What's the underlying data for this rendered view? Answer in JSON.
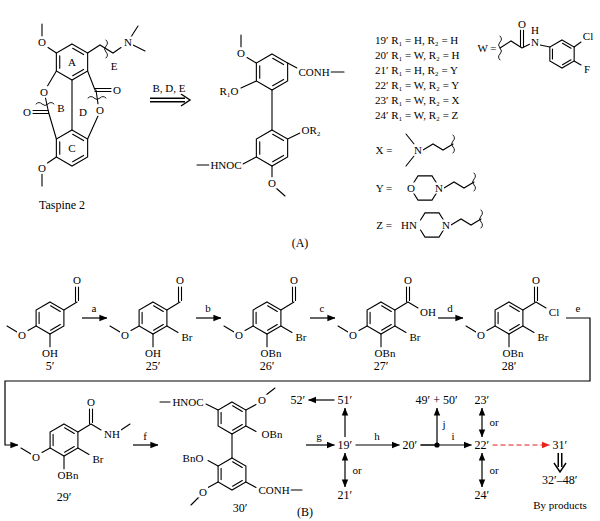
{
  "diagram": {
    "nodes": [
      {
        "text": [
          "Taspine 2"
        ]
      },
      {
        "text": [
          "R₁O",
          "CONH",
          "HNOC",
          "OR₂"
        ]
      },
      {
        "text": [
          "5′"
        ]
      },
      {
        "text": [
          "25′"
        ]
      },
      {
        "text": [
          "26′"
        ]
      },
      {
        "text": [
          "27′"
        ]
      },
      {
        "text": [
          "28′"
        ]
      },
      {
        "text": [
          "29′"
        ]
      },
      {
        "text": [
          "30′"
        ]
      },
      {
        "text": [
          "19′"
        ]
      },
      {
        "text": [
          "21′"
        ]
      },
      {
        "text": [
          "51′"
        ]
      },
      {
        "text": [
          "52′"
        ]
      },
      {
        "text": [
          "20′"
        ]
      },
      {
        "text": [
          "49′ + 50′"
        ]
      },
      {
        "text": [
          "22′"
        ]
      },
      {
        "text": [
          "23′"
        ]
      },
      {
        "text": [
          "24′"
        ]
      },
      {
        "text": [
          "31′"
        ]
      },
      {
        "text": [
          "32′–48′"
        ]
      }
    ],
    "edges": [
      {
        "from": 0,
        "to": 1,
        "arrow": "to",
        "label": "B, D, E"
      },
      {
        "from": 2,
        "to": 3,
        "arrow": "to",
        "label": "a"
      },
      {
        "from": 3,
        "to": 4,
        "arrow": "to",
        "label": "b"
      },
      {
        "from": 4,
        "to": 5,
        "arrow": "to",
        "label": "c"
      },
      {
        "from": 5,
        "to": 6,
        "arrow": "to",
        "label": "d"
      },
      {
        "from": 6,
        "to": 7,
        "arrow": "to",
        "label": "e"
      },
      {
        "from": 7,
        "to": 8,
        "arrow": "to",
        "label": "f"
      },
      {
        "from": 8,
        "to": 9,
        "arrow": "to",
        "label": "g"
      },
      {
        "from": 9,
        "to": 13,
        "arrow": "to",
        "label": "h"
      },
      {
        "from": 13,
        "to": 15,
        "arrow": "to",
        "label": "i"
      },
      {
        "from": 13,
        "to": 14,
        "arrow": "to",
        "label": "j"
      },
      {
        "from": 9,
        "to": 11,
        "arrow": "to"
      },
      {
        "from": 11,
        "to": 12,
        "arrow": "to"
      },
      {
        "from": 9,
        "to": 10,
        "arrow": "both",
        "label": "or"
      },
      {
        "from": 15,
        "to": 16,
        "arrow": "both",
        "label": "or"
      },
      {
        "from": 15,
        "to": 17,
        "arrow": "both",
        "label": "or"
      },
      {
        "from": 15,
        "to": 18,
        "arrow": "to"
      },
      {
        "from": 18,
        "to": 19,
        "arrow": "to"
      }
    ],
    "labels": [
      "O",
      "O",
      "O",
      "O",
      "O",
      "N",
      "O",
      "A",
      "B",
      "C",
      "D",
      "E",
      "O",
      "O",
      "19′ R₁ = H, R₂ = H",
      "20′ R₁ = W, R₂ = H",
      "21′ R₁ = H, R₂ = Y",
      "22′ R₁ = W, R₂ = Y",
      "23′ R₁ = W, R₂ = X",
      "24′ R₁ = W, R₂ = Z",
      "W =",
      "O",
      "H",
      "N",
      "Cl",
      "F",
      "X =",
      "N",
      "Y =",
      "O",
      "N",
      "Z =",
      "HN",
      "N",
      "(A)",
      "O",
      "OH",
      "O",
      "O",
      "Br",
      "OH",
      "O",
      "O",
      "Br",
      "OBn",
      "O",
      "O",
      "OH",
      "Br",
      "OBn",
      "O",
      "O",
      "Cl",
      "Br",
      "OBn",
      "O",
      "O",
      "NH",
      "Br",
      "OBn",
      "O",
      "HNOC",
      "O",
      "OBn",
      "BnO",
      "CONH",
      "O",
      "(B)",
      "By products"
    ]
  }
}
